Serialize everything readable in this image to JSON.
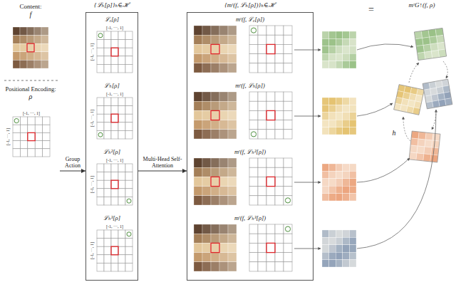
{
  "diagram": {
    "nodes": [
      {
        "text": [
          "Content:",
          "f"
        ]
      },
      {
        "text": [
          "Positional Encoding:",
          "ρ"
        ]
      },
      {
        "text": [
          "{ℒₕ[ρ]}ₕ∈ℋ"
        ]
      },
      {
        "text": [
          "ℒₑ[ρ]"
        ],
        "in": 2
      },
      {
        "text": [
          "ℒₕ[ρ]"
        ],
        "in": 2
      },
      {
        "text": [
          "ℒₕ²[ρ]"
        ],
        "in": 2
      },
      {
        "text": [
          "ℒₕ³[ρ]"
        ],
        "in": 2
      },
      {
        "text": [
          "{mʳ(f, ℒₕ[ρ])}ₕ∈ℋ"
        ]
      },
      {
        "text": [
          "mʳ(f, ℒₑ[ρ])"
        ],
        "in": 7
      },
      {
        "text": [
          "mʳ(f, ℒₕ[ρ])"
        ],
        "in": 7
      },
      {
        "text": [
          "mʳ(f, ℒₕ²[ρ])"
        ],
        "in": 7
      },
      {
        "text": [
          "mʳ(f, ℒₕ³[ρ])"
        ],
        "in": 7
      },
      {
        "text": [
          "mʳG↑(f, ρ)"
        ]
      }
    ],
    "edges": [
      {
        "from": 1,
        "to": 2,
        "label": "Group Action",
        "arrow": "to"
      },
      {
        "from": 2,
        "to": 7,
        "label": "Multi-Head Self-Attention",
        "arrow": "to"
      }
    ],
    "labels": [
      "=",
      "h",
      "[-1, ···, 1]",
      "[-1, ···, 1]",
      "[-1, ···, 1]",
      "[-1, ···, 1]",
      "[-1, ···, 1]",
      "[-1, ···, 1]",
      "[-1, ···, 1]",
      "[-1, ···, 1]",
      "[-1, ···, 1]",
      "[-1, ···, 1]"
    ]
  }
}
